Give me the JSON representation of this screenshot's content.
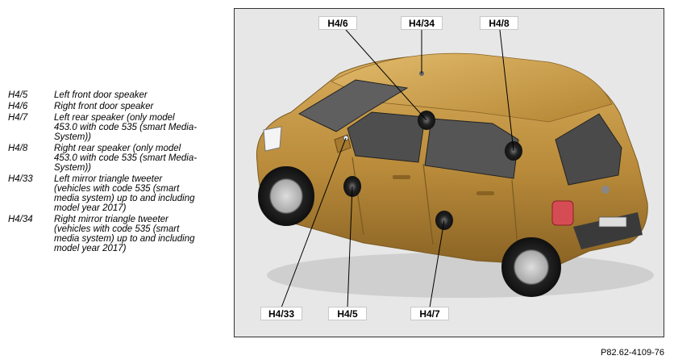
{
  "legend": [
    {
      "code": "H4/5",
      "desc": "Left front door speaker"
    },
    {
      "code": "H4/6",
      "desc": "Right front door speaker"
    },
    {
      "code": "H4/7",
      "desc": "Left rear speaker (only model\n453.0 with code 535 (smart Media-\nSystem))"
    },
    {
      "code": "H4/8",
      "desc": "Right rear speaker (only model\n453.0 with code 535 (smart Media-\nSystem))"
    },
    {
      "code": "H4/33",
      "desc": "Left mirror triangle tweeter\n(vehicles with code 535 (smart\nmedia system) up to and including\nmodel year 2017)"
    },
    {
      "code": "H4/34",
      "desc": "Right mirror triangle tweeter\n(vehicles with code 535 (smart\nmedia system) up to and including\nmodel year 2017)"
    }
  ],
  "callouts": {
    "h4_6": "H4/6",
    "h4_34": "H4/34",
    "h4_8": "H4/8",
    "h4_33": "H4/33",
    "h4_5": "H4/5",
    "h4_7": "H4/7"
  },
  "figure_ref": "P82.62-4109-76",
  "colors": {
    "car_body": "#b88a3a",
    "car_highlight": "#d8ad5c",
    "car_shadow": "#8a6324",
    "glass": "#5a5a5a",
    "background": "#e7e7e7"
  }
}
